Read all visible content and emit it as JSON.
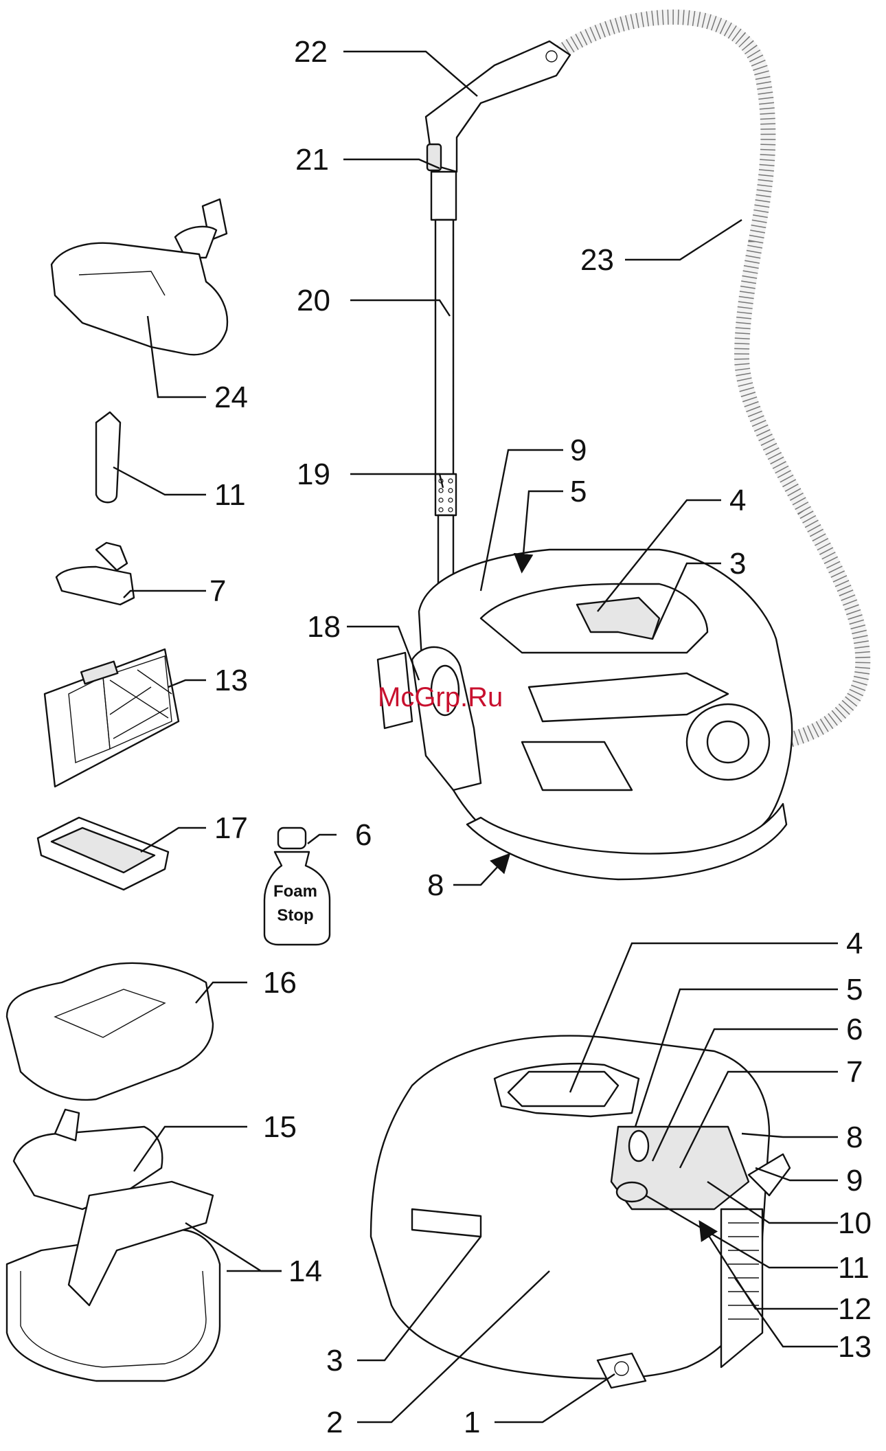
{
  "watermark": "McGrp.Ru",
  "bottle_label": [
    "Foam",
    "Stop"
  ],
  "callouts_top": {
    "n22": "22",
    "n21": "21",
    "n20": "20",
    "n19": "19",
    "n18": "18",
    "n23": "23",
    "n9": "9",
    "n5": "5",
    "n4": "4",
    "n3": "3",
    "n8": "8"
  },
  "callouts_left": {
    "n24": "24",
    "n11": "11",
    "n7": "7",
    "n13": "13",
    "n17": "17",
    "n6": "6",
    "n16": "16",
    "n15": "15",
    "n14": "14"
  },
  "callouts_bottom": {
    "n4": "4",
    "n5": "5",
    "n6": "6",
    "n7": "7",
    "n8": "8",
    "n9": "9",
    "n10": "10",
    "n11": "11",
    "n12": "12",
    "n13": "13",
    "n3": "3",
    "n2": "2",
    "n1": "1"
  }
}
